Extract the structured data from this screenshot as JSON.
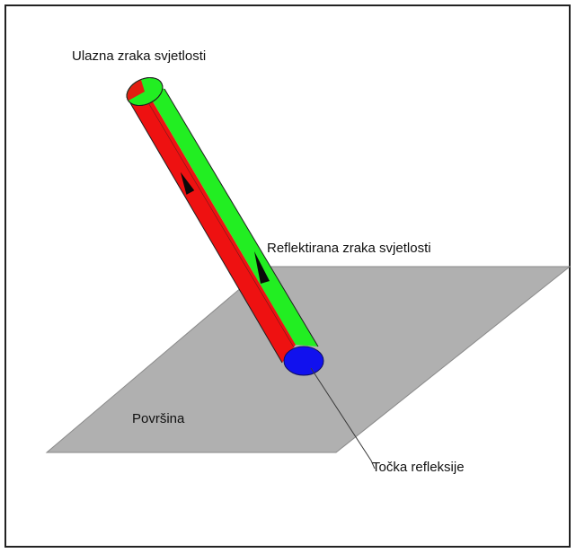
{
  "labels": {
    "incoming_ray": "Ulazna zraka svjetlosti",
    "reflected_ray": "Reflektirana zraka svjetlosti",
    "surface": "Površina",
    "reflection_point": "Točka refleksije"
  },
  "colors": {
    "incoming_ray": "#ee1111",
    "reflected_ray": "#22ee22",
    "reflection_point": "#1111ee",
    "surface": "#b0b0b0",
    "frame": "#222222"
  }
}
